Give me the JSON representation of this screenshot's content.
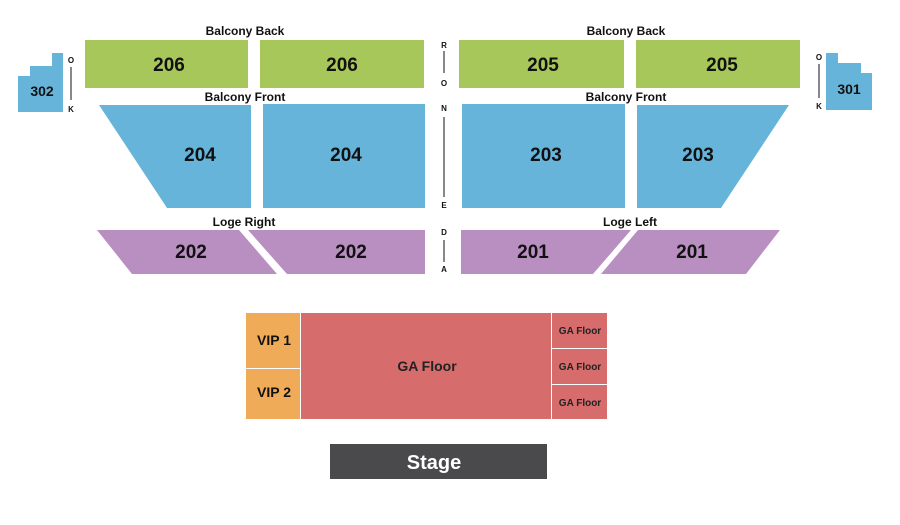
{
  "colors": {
    "balcony_back": "#a8c75a",
    "balcony_front": "#67b4db",
    "loge": "#b98fc1",
    "vip": "#efab58",
    "ga_floor": "#d66c6c",
    "stage": "#4a4a4c",
    "box": "#67b4db"
  },
  "labels": {
    "balcony_back_left": "Balcony Back",
    "balcony_back_right": "Balcony Back",
    "balcony_front_left": "Balcony Front",
    "balcony_front_right": "Balcony Front",
    "loge_right": "Loge Right",
    "loge_left": "Loge Left"
  },
  "sections": {
    "s206a": "206",
    "s206b": "206",
    "s205a": "205",
    "s205b": "205",
    "s204a": "204",
    "s204b": "204",
    "s203a": "203",
    "s203b": "203",
    "s202a": "202",
    "s202b": "202",
    "s201a": "201",
    "s201b": "201",
    "s302": "302",
    "s301": "301"
  },
  "floor": {
    "vip1": "VIP 1",
    "vip2": "VIP 2",
    "ga_main": "GA Floor",
    "ga_side1": "GA Floor",
    "ga_side2": "GA Floor",
    "ga_side3": "GA Floor"
  },
  "stage": "Stage",
  "center_aisle_letters": [
    "R",
    "O",
    "N",
    "E",
    "D",
    "A"
  ],
  "box_left_letters": [
    "O",
    "K"
  ],
  "box_right_letters": [
    "O",
    "K"
  ]
}
